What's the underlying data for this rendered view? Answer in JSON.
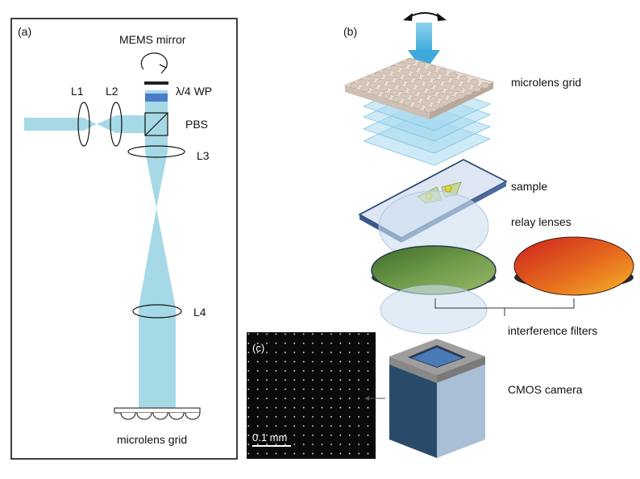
{
  "panel_a": {
    "panel_label": "(a)",
    "mems_label": "MEMS mirror",
    "l1": "L1",
    "l2": "L2",
    "waveplate": "λ/4 WP",
    "pbs": "PBS",
    "l3": "L3",
    "l4": "L4",
    "grid": "microlens grid"
  },
  "panel_b": {
    "panel_label": "(b)",
    "microlens_grid": "microlens grid",
    "sample": "sample",
    "relay_lenses": "relay lenses",
    "interference_filters": "interference filters",
    "camera": "CMOS camera"
  },
  "panel_c": {
    "panel_label": "(c)",
    "scale_bar": "0.1 mm"
  },
  "colors": {
    "beam": "#a6d9e6",
    "beam_arrow": "#6ec3e6",
    "wave_plate": "#4a7bc8",
    "green_filter": "#5a8a3a",
    "orange_filter": "#e66a1e",
    "camera_body": "#2a4a6a",
    "camera_side": "#a9bfd6",
    "camera_top": "#9e9e9e"
  }
}
